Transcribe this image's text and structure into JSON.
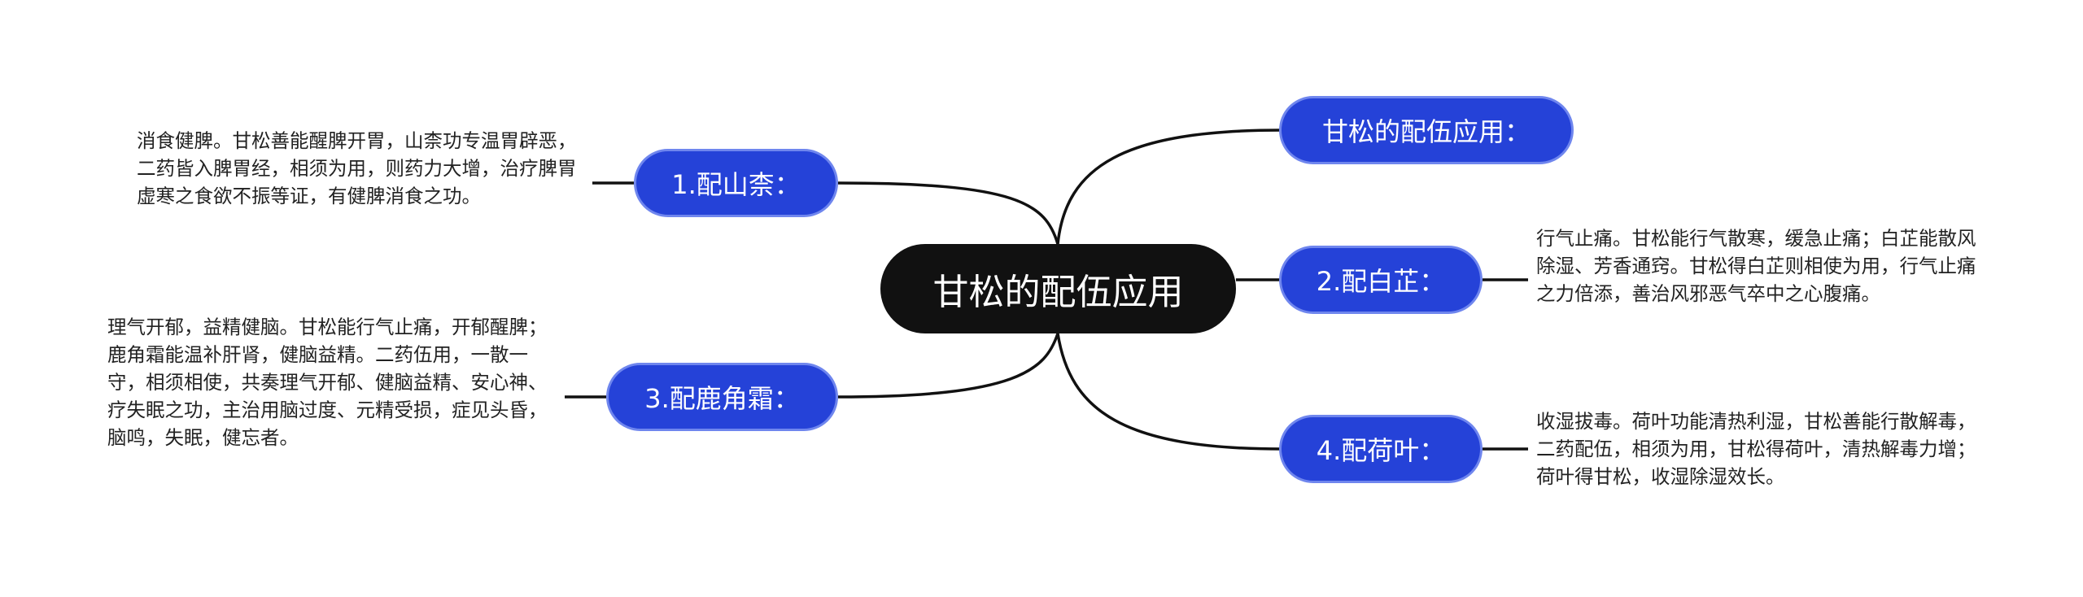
{
  "central": {
    "title": "甘松的配伍应用"
  },
  "branches": [
    {
      "label": "甘松的配伍应用："
    },
    {
      "label": "1.配山柰："
    },
    {
      "label": "2.配白芷："
    },
    {
      "label": "3.配鹿角霜："
    },
    {
      "label": "4.配荷叶："
    }
  ],
  "leaves": [
    {
      "text": "消食健脾。甘松善能醒脾开胃，山柰功专温胃辟恶，二药皆入脾胃经，相须为用，则药力大增，治疗脾胃虚寒之食欲不振等证，有健脾消食之功。"
    },
    {
      "text": "行气止痛。甘松能行气散寒，缓急止痛；白芷能散风除湿、芳香通窍。甘松得白芷则相使为用，行气止痛之力倍添，善治风邪恶气卒中之心腹痛。"
    },
    {
      "text": "理气开郁，益精健脑。甘松能行气止痛，开郁醒脾；鹿角霜能温补肝肾，健脑益精。二药伍用，一散一守，相须相使，共奏理气开郁、健脑益精、安心神、疗失眠之功，主治用脑过度、元精受损，症见头昏，脑鸣，失眠，健忘者。"
    },
    {
      "text": "收湿拔毒。荷叶功能清热利湿，甘松善能行散解毒，二药配伍，相须为用，甘松得荷叶，清热解毒力增；荷叶得甘松，收湿除湿效长。"
    }
  ],
  "colors": {
    "central_bg": "#111111",
    "branch_bg": "#2542d8",
    "branch_border": "#6f86ee",
    "line": "#111111",
    "leaf_text": "#222222"
  }
}
